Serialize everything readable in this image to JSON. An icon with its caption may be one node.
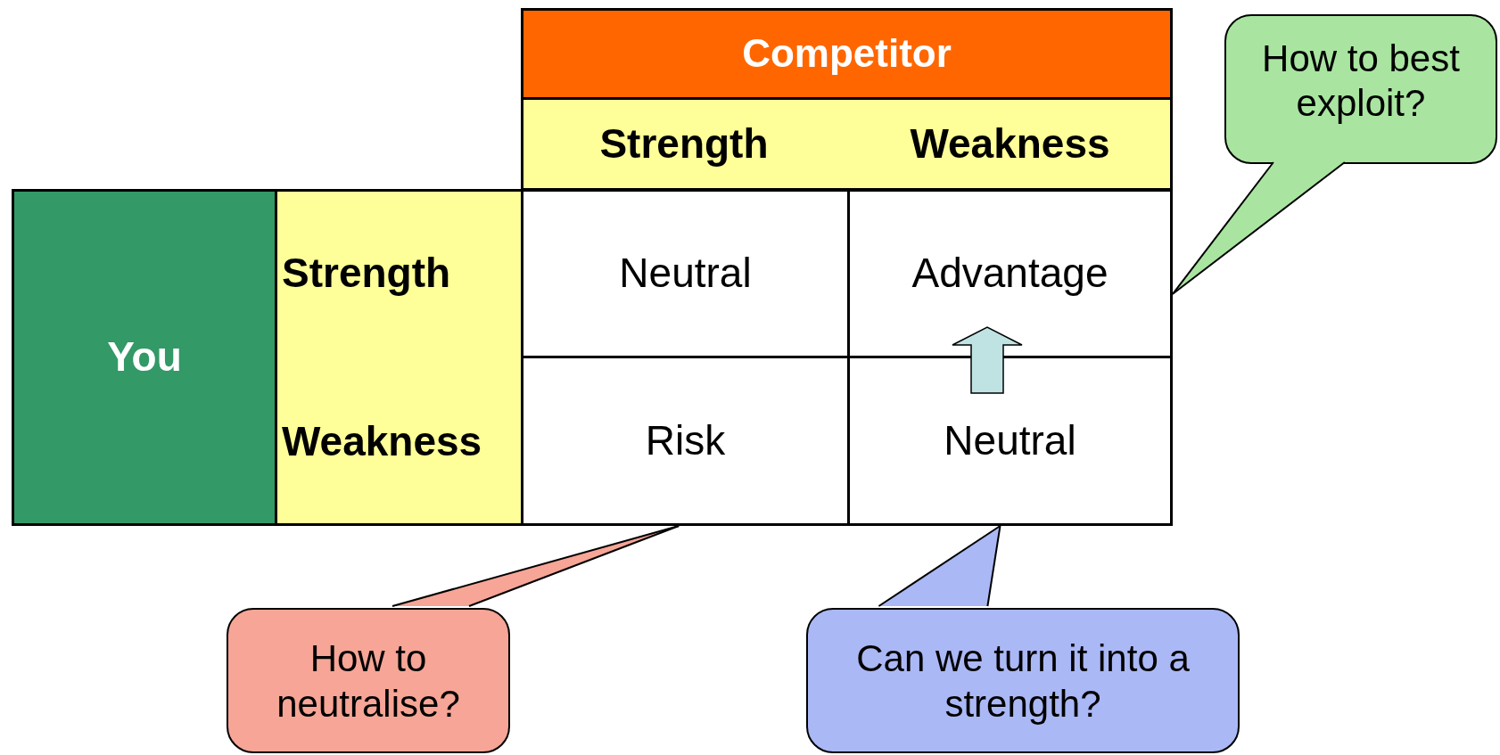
{
  "diagram": {
    "nodes": [
      {
        "text": [
          "Competitor"
        ]
      },
      {
        "text": [
          "Strength",
          "Weakness"
        ]
      },
      {
        "text": [
          "You"
        ]
      },
      {
        "text": [
          "Strength",
          "Weakness"
        ]
      },
      {
        "text": [
          "Neutral"
        ]
      },
      {
        "text": [
          "Advantage"
        ]
      },
      {
        "text": [
          "Risk"
        ]
      },
      {
        "text": [
          "Neutral"
        ]
      },
      {
        "text": [
          "How to best exploit?"
        ]
      },
      {
        "text": [
          "How to neutralise?"
        ]
      },
      {
        "text": [
          "Can we turn it into a strength?"
        ]
      }
    ],
    "edges": [
      {
        "from": 7,
        "to": 5,
        "arrow": "to",
        "style": "thick"
      },
      {
        "from": 8,
        "to": 5,
        "arrow": "none"
      },
      {
        "from": 9,
        "to": 6,
        "arrow": "none"
      },
      {
        "from": 10,
        "to": 7,
        "arrow": "none"
      }
    ]
  }
}
